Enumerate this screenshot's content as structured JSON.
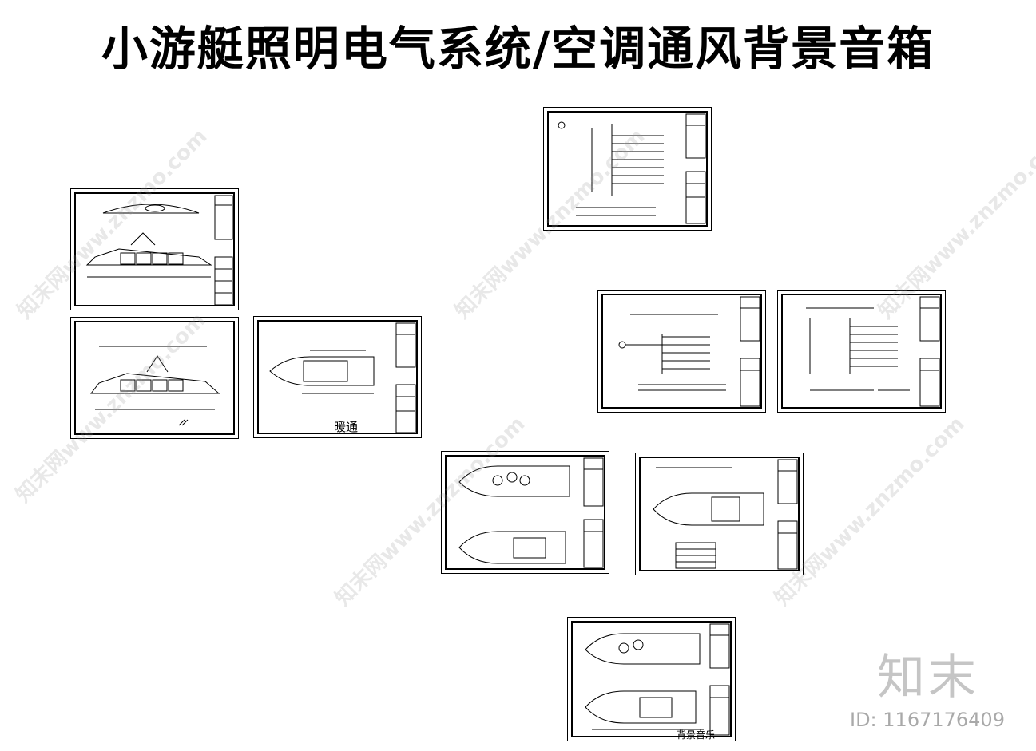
{
  "title": "小游艇照明电气系统/空调通风背景音箱",
  "sheet_labels": {
    "hvac": "暖通",
    "background_music": "背景音乐"
  },
  "watermark_text": "知末网www.znzmo.com",
  "brand": {
    "logo": "知末",
    "id": "ID: 1167176409"
  }
}
